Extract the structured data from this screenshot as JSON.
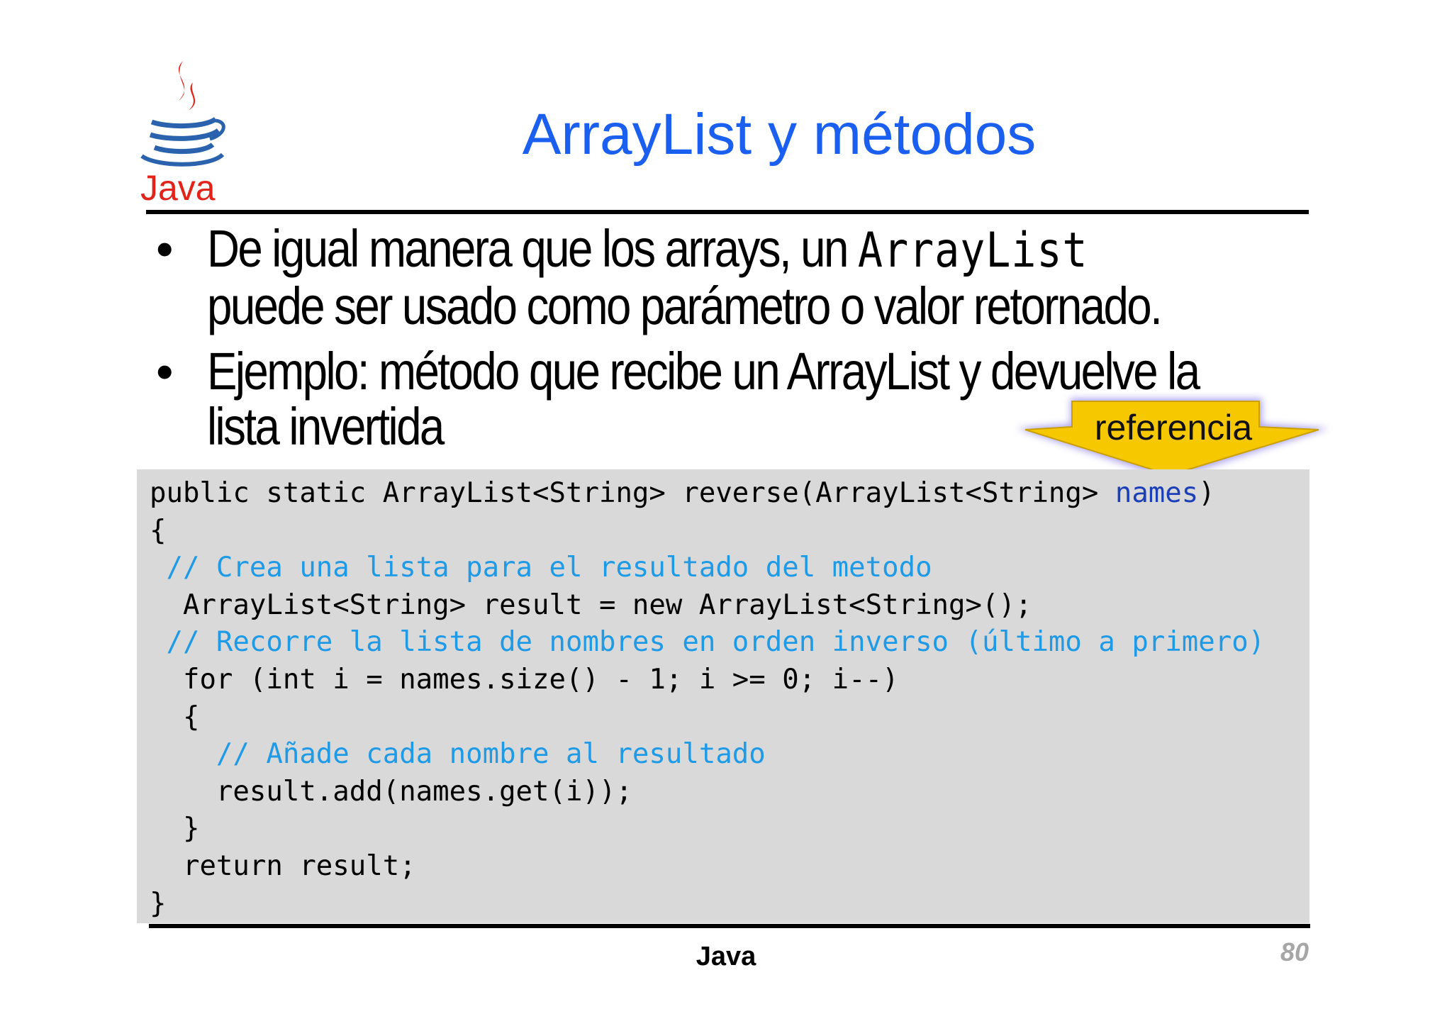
{
  "slide": {
    "logo_text": "Java",
    "title": "ArrayList y métodos",
    "bullets": [
      {
        "pre": "De igual manera que los arrays, un ",
        "code": "ArrayList",
        "post": "puede ser usado como parámetro o valor retornado."
      },
      {
        "line1": "Ejemplo: método que recibe un ArrayList y devuelve la",
        "line2": "lista invertida"
      }
    ],
    "callout": "referencia",
    "code": {
      "line1_pre": "public static ArrayList<String> reverse(ArrayList<String> ",
      "line1_param": "names",
      "line1_post": ")",
      "line2": "{",
      "line3": " // Crea una lista para el resultado del metodo",
      "line4": "  ArrayList<String> result = new ArrayList<String>();",
      "line5": " // Recorre la lista de nombres en orden inverso (último a primero)",
      "line6": "  for (int i = names.size() - 1; i >= 0; i--)",
      "line7": "  {",
      "line8": "    // Añade cada nombre al resultado",
      "line9": "    result.add(names.get(i));",
      "line10": "  }",
      "line11": "  return result;",
      "line12": "}"
    },
    "footer": "Java",
    "page_number": "80"
  },
  "colors": {
    "title": "#1a5ff0",
    "comment": "#1e9ae6",
    "param": "#1b3fb8",
    "code_bg": "#d9d9d9",
    "callout_fill": "#f5c800",
    "callout_glow": "#8a7fe8",
    "page_number": "#a6a6a6"
  }
}
